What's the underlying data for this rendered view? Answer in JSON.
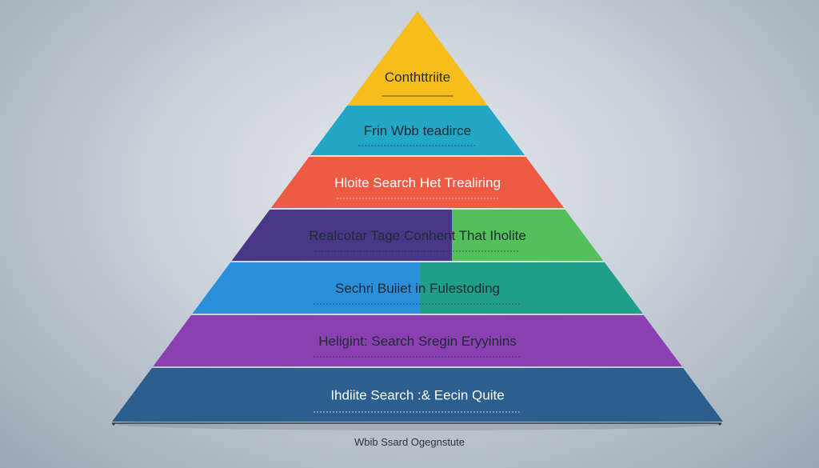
{
  "pyramid": {
    "tiers": [
      {
        "label": "Conthttriite",
        "color": "#f6bd1b",
        "text_color": "#2b2b2b"
      },
      {
        "label": "Frin Wbb teadirce",
        "color": "#22a7c7",
        "text_color": "#1f2a33"
      },
      {
        "label": "Hloite Search Het Trealiring",
        "color": "#ee5a43",
        "text_color": "#ffffff"
      },
      {
        "label": "Realcotar Tage Conhent That Iholite",
        "color": "#54c05a",
        "accent_color": "#4a3686",
        "text_color": "#1f2a33"
      },
      {
        "label": "Sechri Buiiet in Fulestoding",
        "color": "#2a8fdb",
        "accent_color": "#1f9e8a",
        "text_color": "#1f2a33"
      },
      {
        "label": "Heligint: Search Sregin Eryyinins",
        "color": "#8a40b0",
        "text_color": "#1f2a33"
      },
      {
        "label": "Ihdiite Search :& Eecin Quite",
        "color": "#2c5f8d",
        "text_color": "#ffffff"
      }
    ]
  },
  "footer": {
    "text": "Wbib Ssard Ogegnstute"
  }
}
